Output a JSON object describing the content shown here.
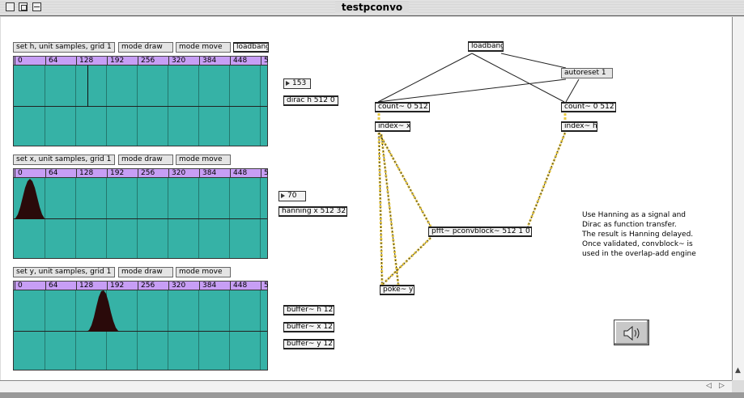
{
  "window": {
    "title": "testpconvo"
  },
  "rulers": {
    "labels": [
      "0",
      "64",
      "128",
      "192",
      "256",
      "320",
      "384",
      "448",
      "5"
    ]
  },
  "editors": [
    {
      "name": "h",
      "set_msg": "set h, unit samples, grid 1",
      "mode_draw": "mode draw",
      "mode_move": "mode move",
      "loadbang": "loadbang",
      "number": "153",
      "generator": "dirac h 512 0"
    },
    {
      "name": "x",
      "set_msg": "set x, unit samples, grid 1",
      "mode_draw": "mode draw",
      "mode_move": "mode move",
      "number": "70",
      "generator": "hanning x 512 32"
    },
    {
      "name": "y",
      "set_msg": "set y, unit samples, grid 1",
      "mode_draw": "mode draw",
      "mode_move": "mode move"
    }
  ],
  "buffers": [
    "buffer~ h 12",
    "buffer~ x 12",
    "buffer~ y 12"
  ],
  "patch": {
    "loadbang": "loadbang",
    "autoreset": "autoreset 1",
    "count_left": "count~ 0 512",
    "count_right": "count~ 0 512",
    "index_x": "index~ x",
    "index_h": "index~ h",
    "pfft": "pfft~ pconvblock~ 512 1 0",
    "poke": "poke~ y"
  },
  "comment": {
    "lines": [
      "Use Hanning as a signal and",
      "Dirac as function transfer.",
      "The result is Hanning delayed.",
      "Once validated, convblock~ is",
      "used in the overlap-add engine"
    ]
  },
  "icons": {
    "dac": "speaker-icon",
    "close": "close-box-icon",
    "zoom": "zoom-box-icon",
    "collapse": "collapse-box-icon"
  },
  "colors": {
    "ruler": "#c79ef5",
    "waveform_bg": "#36b2a6",
    "waveform_fill": "#2a0a0a",
    "cord": "#e8c840"
  }
}
